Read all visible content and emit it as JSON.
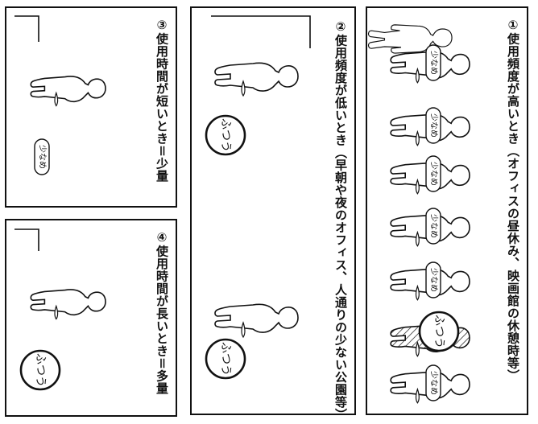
{
  "panels": [
    {
      "caption": "①使用頻度が高いとき（オフィスの昼休み、映画館の休憩時等）",
      "badges": [
        "少なめ",
        "少なめ",
        "少なめ",
        "少なめ",
        "少なめ",
        "ふつう",
        "少なめ"
      ]
    },
    {
      "caption": "②使用頻度が低いとき（早朝や夜のオフィス、人通りの少ない公園等）",
      "badges": [
        "ふつう",
        "ふつう"
      ]
    },
    {
      "caption": "③使用時間が短いとき＝少量",
      "badges": [
        "少なめ"
      ]
    },
    {
      "caption": "④使用時間が長いとき＝多量",
      "badges": [
        "ふつう"
      ]
    }
  ],
  "colors": {
    "ink": "#111111",
    "paper": "#ffffff"
  }
}
